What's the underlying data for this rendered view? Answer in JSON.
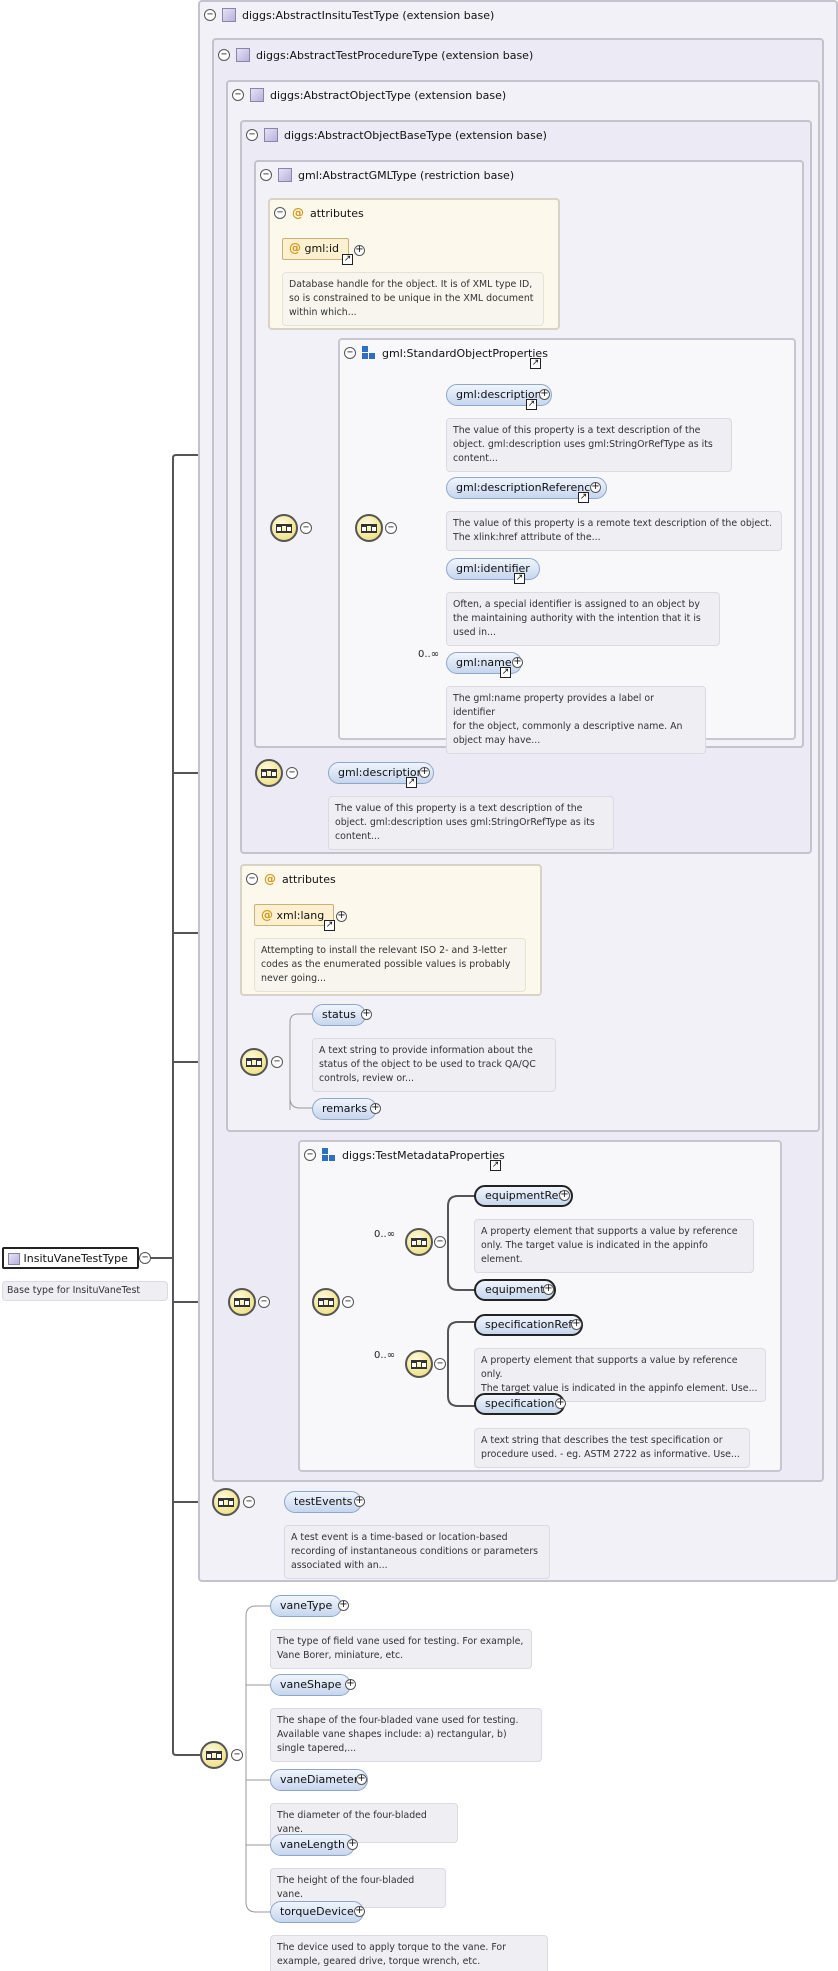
{
  "root": {
    "name": "InsituVaneTestType",
    "doc": "Base type for InsituVaneTest"
  },
  "bases": [
    "diggs:AbstractInsituTestType (extension base)",
    "diggs:AbstractTestProcedureType (extension base)",
    "diggs:AbstractObjectType (extension base)",
    "diggs:AbstractObjectBaseType (extension base)",
    "gml:AbstractGMLType (restriction base)"
  ],
  "attrs_gml": {
    "label": "attributes",
    "item": "gml:id",
    "doc": [
      "Database handle for the object. It is of XML type ID,",
      "so is constrained to be unique in the XML document",
      "within which..."
    ]
  },
  "std_props": {
    "title": "gml:StandardObjectProperties",
    "elements": [
      {
        "name": "gml:description",
        "doc": [
          "The value of this property is a text description of the",
          "object. gml:description uses gml:StringOrRefType as its",
          "content..."
        ]
      },
      {
        "name": "gml:descriptionReference",
        "doc": [
          "The value of this property is a remote text description of the object.",
          "The xlink:href attribute of the..."
        ]
      },
      {
        "name": "gml:identifier",
        "doc": [
          "Often, a special identifier is assigned to an object by",
          "the maintaining authority with the intention that it is",
          "used in..."
        ]
      },
      {
        "name": "gml:name",
        "card": "0..∞",
        "doc": [
          "The gml:name property provides a label or identifier",
          "for the object, commonly a descriptive name. An",
          "object may have..."
        ]
      }
    ]
  },
  "base_desc": {
    "name": "gml:description",
    "doc": [
      "The value of this property is a text description of the",
      "object. gml:description uses gml:StringOrRefType as its",
      "content..."
    ]
  },
  "attrs_xml": {
    "label": "attributes",
    "item": "xml:lang",
    "doc": [
      "Attempting to install the relevant ISO 2- and 3-letter",
      "codes as the enumerated possible values is probably",
      "never going..."
    ]
  },
  "status": {
    "name": "status",
    "doc": [
      "A text string to provide information about the",
      "status of the object to be used to track QA/QC",
      "controls, review or..."
    ],
    "remarks": "remarks"
  },
  "test_meta": {
    "title": "diggs:TestMetadataProperties",
    "card1": "0..∞",
    "card2": "0..∞",
    "equipmentRef": "equipmentRef",
    "equipmentRef_doc": [
      "A property element that supports a value by reference",
      "only. The target value is indicated in the appinfo",
      "element."
    ],
    "equipment": "equipment",
    "specificationRef": "specificationRef",
    "specificationRef_doc": [
      "A property element that supports a value by reference only.",
      "The target value is indicated in the appinfo element. Use..."
    ],
    "specification": "specification",
    "specification_doc": [
      "A text string that describes the test specification or",
      "procedure used. - eg. ASTM 2722 as informative. Use..."
    ]
  },
  "test_events": {
    "name": "testEvents",
    "doc": [
      "A test event is a time-based or location-based",
      "recording of instantaneous conditions or parameters",
      "associated with an..."
    ]
  },
  "vane": [
    {
      "name": "vaneType",
      "doc": [
        "The type of field vane used for testing. For example,",
        "Vane Borer, miniature, etc."
      ]
    },
    {
      "name": "vaneShape",
      "doc": [
        "The shape of the four-bladed vane used for testing.",
        "Available vane shapes include: a) rectangular, b)",
        "single tapered,..."
      ]
    },
    {
      "name": "vaneDiameter",
      "doc": [
        "The diameter of the four-bladed vane."
      ]
    },
    {
      "name": "vaneLength",
      "doc": [
        "The height of the four-bladed vane."
      ]
    },
    {
      "name": "torqueDevice",
      "doc": [
        "The device used to apply torque to the vane. For",
        "example, geared drive, torque wrench, etc."
      ]
    }
  ]
}
